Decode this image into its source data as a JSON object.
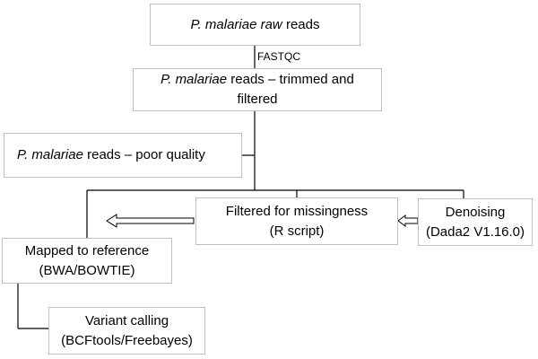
{
  "nodes": {
    "raw_reads": {
      "italic": "P. malariae raw",
      "rest": " reads"
    },
    "trimmed": {
      "line1_italic": "P. malariae",
      "line1_rest": " reads – trimmed and",
      "line2": "filtered"
    },
    "poor_quality": {
      "italic": "P. malariae",
      "rest": " reads – poor quality"
    },
    "missingness": {
      "line1": "Filtered for missingness",
      "line2": "(R script)"
    },
    "denoising": {
      "line1": "Denoising",
      "line2": "(Dada2 V1.16.0)"
    },
    "mapped": {
      "line1": "Mapped to reference",
      "line2": "(BWA/BOWTIE)"
    },
    "variant": {
      "line1": "Variant calling",
      "line2": "(BCFtools/Freebayes)"
    }
  },
  "edges": {
    "fastqc_label": "FASTQC"
  },
  "colors": {
    "box_border": "#bfbfbf",
    "line": "#000000",
    "arrow_outline": "#000000"
  }
}
